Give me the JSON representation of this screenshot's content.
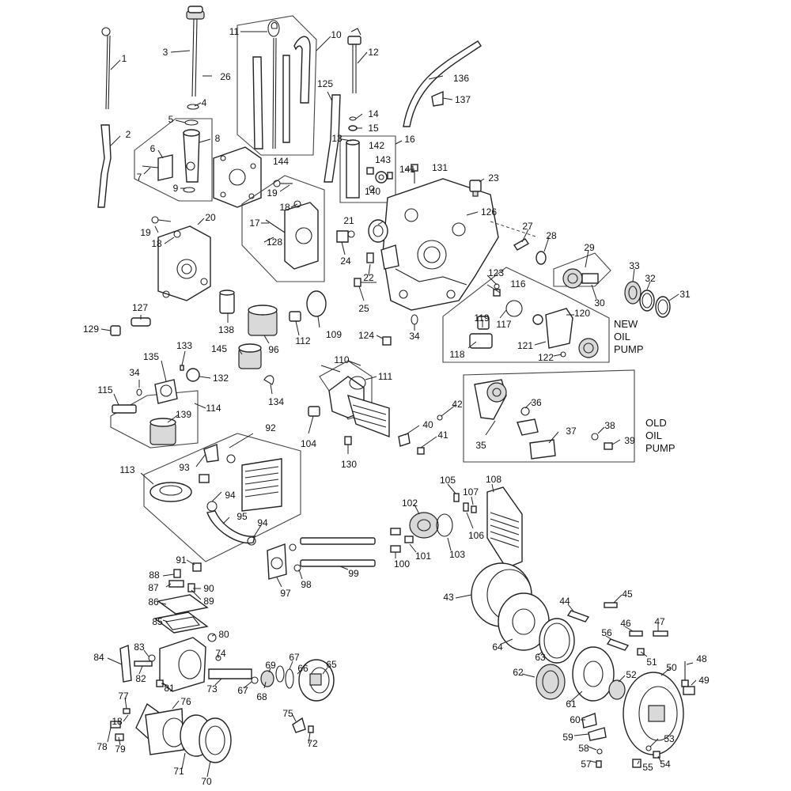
{
  "callouts": [
    "1",
    "2",
    "3",
    "4",
    "5",
    "6",
    "7",
    "8",
    "9",
    "10",
    "11",
    "12",
    "13",
    "14",
    "15",
    "16",
    "17",
    "18",
    "18",
    "18",
    "19",
    "19",
    "20",
    "21",
    "22",
    "23",
    "24",
    "25",
    "26",
    "27",
    "28",
    "29",
    "30",
    "31",
    "32",
    "33",
    "34",
    "34",
    "35",
    "36",
    "37",
    "38",
    "39",
    "40",
    "41",
    "42",
    "43",
    "44",
    "45",
    "46",
    "47",
    "48",
    "49",
    "50",
    "51",
    "52",
    "53",
    "54",
    "55",
    "56",
    "57",
    "58",
    "59",
    "60",
    "61",
    "62",
    "63",
    "64",
    "65",
    "66",
    "67",
    "67",
    "68",
    "69",
    "70",
    "71",
    "72",
    "73",
    "74",
    "75",
    "76",
    "77",
    "78",
    "79",
    "80",
    "81",
    "82",
    "83",
    "84",
    "85",
    "86",
    "87",
    "88",
    "89",
    "90",
    "91",
    "92",
    "93",
    "94",
    "94",
    "95",
    "96",
    "97",
    "98",
    "99",
    "100",
    "101",
    "102",
    "103",
    "104",
    "105",
    "106",
    "107",
    "108",
    "109",
    "110",
    "111",
    "112",
    "113",
    "114",
    "115",
    "116",
    "117",
    "118",
    "119",
    "120",
    "121",
    "122",
    "123",
    "124",
    "125",
    "126",
    "127",
    "128",
    "129",
    "130",
    "131",
    "132",
    "133",
    "134",
    "135",
    "136",
    "137",
    "138",
    "139",
    "140",
    "141",
    "142",
    "143",
    "144",
    "145"
  ],
  "labels": {
    "new_oil_pump": [
      "NEW",
      "OIL",
      "PUMP"
    ],
    "old_oil_pump": [
      "OLD",
      "OIL",
      "PUMP"
    ]
  }
}
